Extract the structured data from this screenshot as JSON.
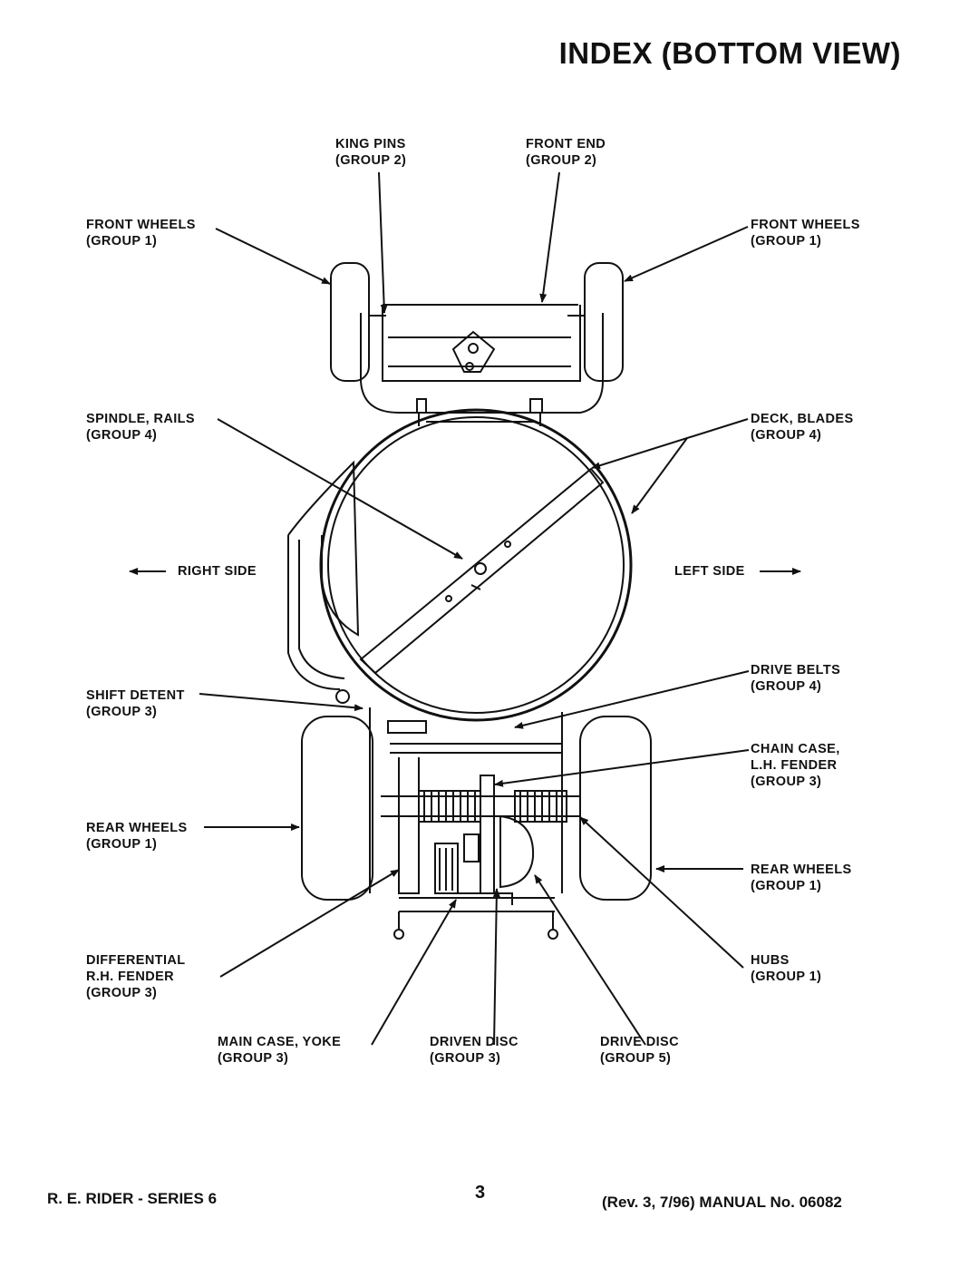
{
  "title": "INDEX (BOTTOM VIEW)",
  "callouts": {
    "king_pins": [
      "KING PINS",
      "(GROUP 2)"
    ],
    "front_end": [
      "FRONT END",
      "(GROUP 2)"
    ],
    "front_wheels_right": [
      "FRONT WHEELS",
      "(GROUP 1)"
    ],
    "front_wheels_left": [
      "FRONT WHEELS",
      "(GROUP 1)"
    ],
    "spindle_rails": [
      "SPINDLE, RAILS",
      "(GROUP 4)"
    ],
    "deck_blades": [
      "DECK, BLADES",
      "(GROUP 4)"
    ],
    "drive_belts": [
      "DRIVE BELTS",
      "(GROUP 4)"
    ],
    "shift_detent": [
      "SHIFT DETENT",
      "(GROUP 3)"
    ],
    "chain_case": [
      "CHAIN CASE,",
      "L.H. FENDER",
      "(GROUP 3)"
    ],
    "rear_wheels_right": [
      "REAR WHEELS",
      "(GROUP 1)"
    ],
    "rear_wheels_left": [
      "REAR WHEELS",
      "(GROUP 1)"
    ],
    "differential": [
      "DIFFERENTIAL",
      "R.H. FENDER",
      "(GROUP 3)"
    ],
    "hubs": [
      "HUBS",
      "(GROUP 1)"
    ],
    "main_case": [
      "MAIN CASE, YOKE",
      "(GROUP 3)"
    ],
    "driven_disc": [
      "DRIVEN DISC",
      "(GROUP 3)"
    ],
    "drive_disc": [
      "DRIVE DISC",
      "(GROUP 5)"
    ]
  },
  "sides": {
    "right": "RIGHT SIDE",
    "left": "LEFT SIDE"
  },
  "footer": {
    "model": "R. E. RIDER - SERIES 6",
    "page": "3",
    "manual": "(Rev. 3, 7/96) MANUAL No. 06082"
  }
}
